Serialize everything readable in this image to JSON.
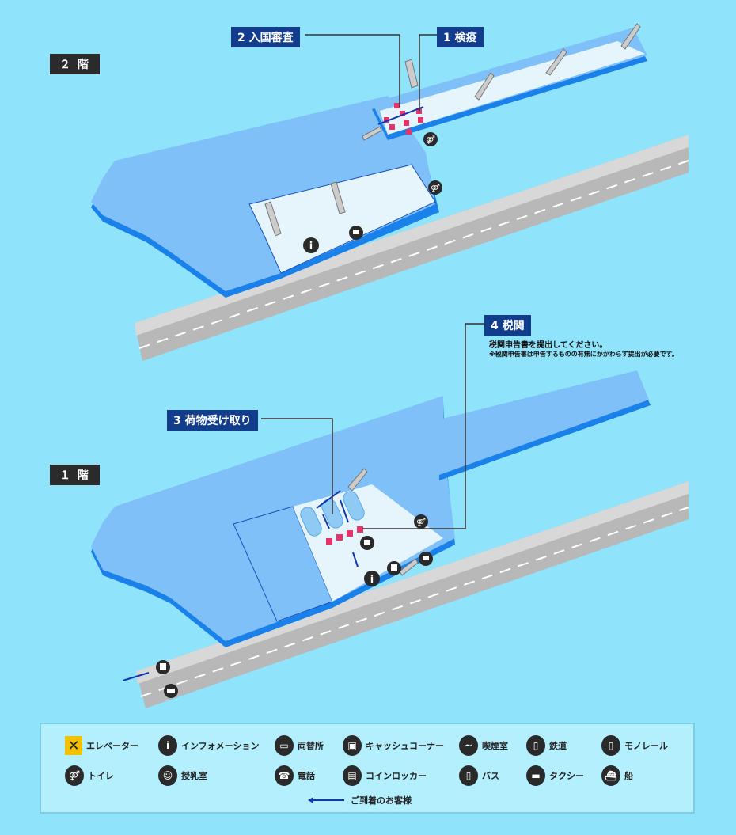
{
  "floors": {
    "floor2": {
      "label": "２ 階"
    },
    "floor1": {
      "label": "１ 階"
    }
  },
  "callouts": {
    "quarantine": "1 検疫",
    "immigration": "2 入国審査",
    "baggage_claim": "3 荷物受け取り",
    "customs": "4 税関"
  },
  "customs_note": {
    "main": "税関申告書を提出してください。",
    "sub": "※税関申告書は申告するものの有無にかかわらず提出が必要です。"
  },
  "legend": {
    "items": [
      {
        "icon": "elevator-icon",
        "label": "エレベーター"
      },
      {
        "icon": "information-icon",
        "label": "インフォメーション"
      },
      {
        "icon": "currency-exchange-icon",
        "label": "両替所"
      },
      {
        "icon": "atm-icon",
        "label": "キャッシュコーナー"
      },
      {
        "icon": "smoking-room-icon",
        "label": "喫煙室"
      },
      {
        "icon": "train-icon",
        "label": "鉄道"
      },
      {
        "icon": "monorail-icon",
        "label": "モノレール"
      },
      {
        "icon": "restroom-icon",
        "label": "トイレ"
      },
      {
        "icon": "nursing-room-icon",
        "label": "授乳室"
      },
      {
        "icon": "telephone-icon",
        "label": "電話"
      },
      {
        "icon": "coin-locker-icon",
        "label": "コインロッカー"
      },
      {
        "icon": "bus-icon",
        "label": "バス"
      },
      {
        "icon": "taxi-icon",
        "label": "タクシー"
      },
      {
        "icon": "ship-icon",
        "label": "船"
      }
    ],
    "arrival_route": "ご到着のお客様"
  },
  "colors": {
    "background": "#8fe3fb",
    "building": "#7fc0f8",
    "building_edge": "#1a80ea",
    "interior": "#e6f5fc",
    "road": "#b8b8b8",
    "callout": "#123c8c",
    "route_arrow": "#1036b0",
    "checkpoint": "#e8336a"
  }
}
